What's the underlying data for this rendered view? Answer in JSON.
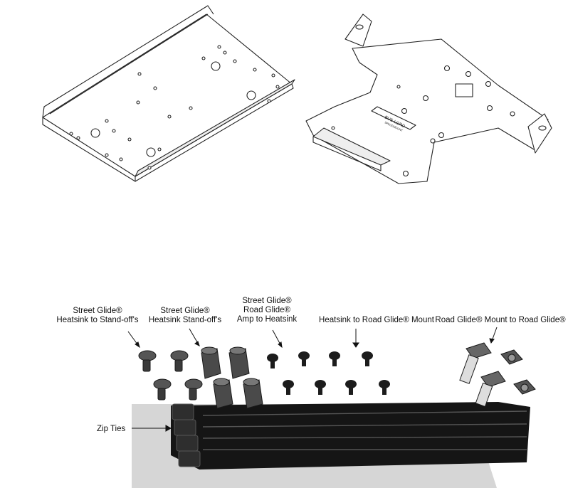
{
  "labels": {
    "street_glide_standoff_screws": [
      "Street Glide®",
      "Heatsink to Stand-off's"
    ],
    "street_glide_standoffs": [
      "Street Glide®",
      "Heatsink Stand-off's"
    ],
    "amp_to_heatsink": [
      "Street Glide®",
      "Road Glide®",
      "Amp to Heatsink"
    ],
    "heatsink_to_mount": [
      "Heatsink to Road Glide® Mount"
    ],
    "mount_to_road_glide": [
      "Road Glide® Mount to Road Glide®"
    ],
    "zip_ties": "Zip Ties"
  },
  "plate_text": [
    "BUS-LORD",
    "SPACEMOUNT"
  ],
  "colors": {
    "line": "#222222",
    "fastener": "#2b2b2b",
    "black_part": "#151515",
    "surface": "#d6d6d6"
  }
}
